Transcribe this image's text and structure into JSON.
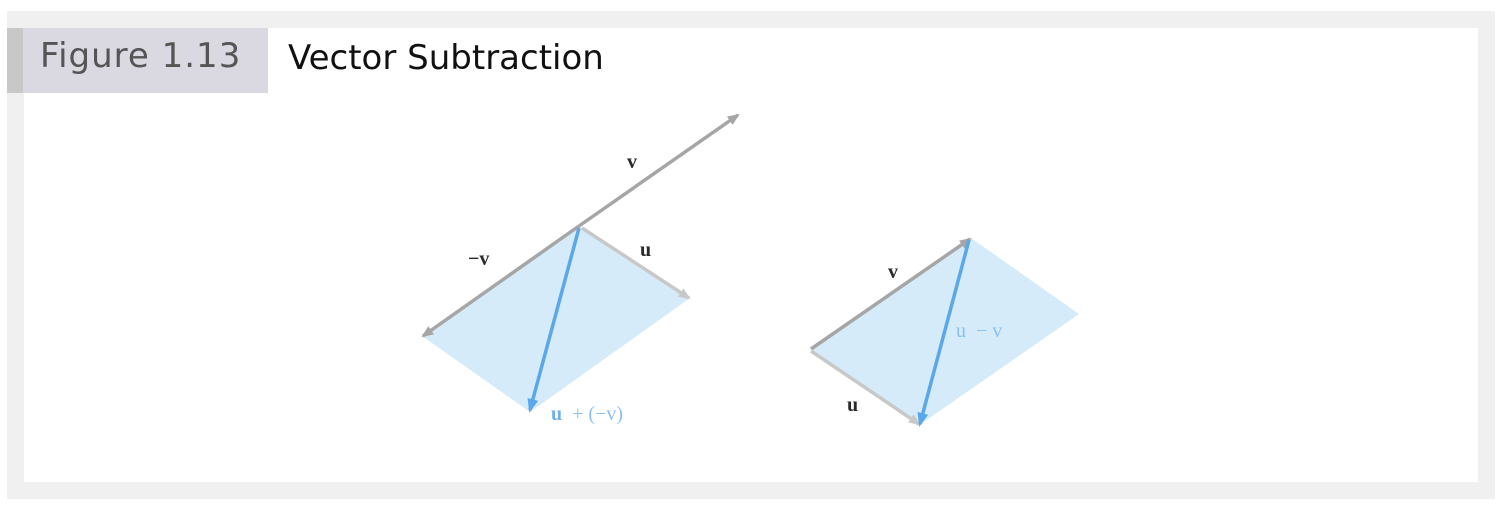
{
  "figure": {
    "label": "Figure 1.13",
    "title": "Vector Subtraction"
  },
  "left_diagram": {
    "v_label": "v",
    "neg_v_label": "−v",
    "u_label": "u",
    "result_label_u": "u",
    "result_label_rest": "+ (−v)"
  },
  "right_diagram": {
    "v_label": "v",
    "u_label": "u",
    "result_label_u": "u",
    "result_label_rest": "− v"
  },
  "colors": {
    "gray_vector": "#a6a6a6",
    "light_gray_vector": "#c8c8c8",
    "blue_vector": "#5aa8ea",
    "parallelogram_fill": "#d5ebf9"
  }
}
